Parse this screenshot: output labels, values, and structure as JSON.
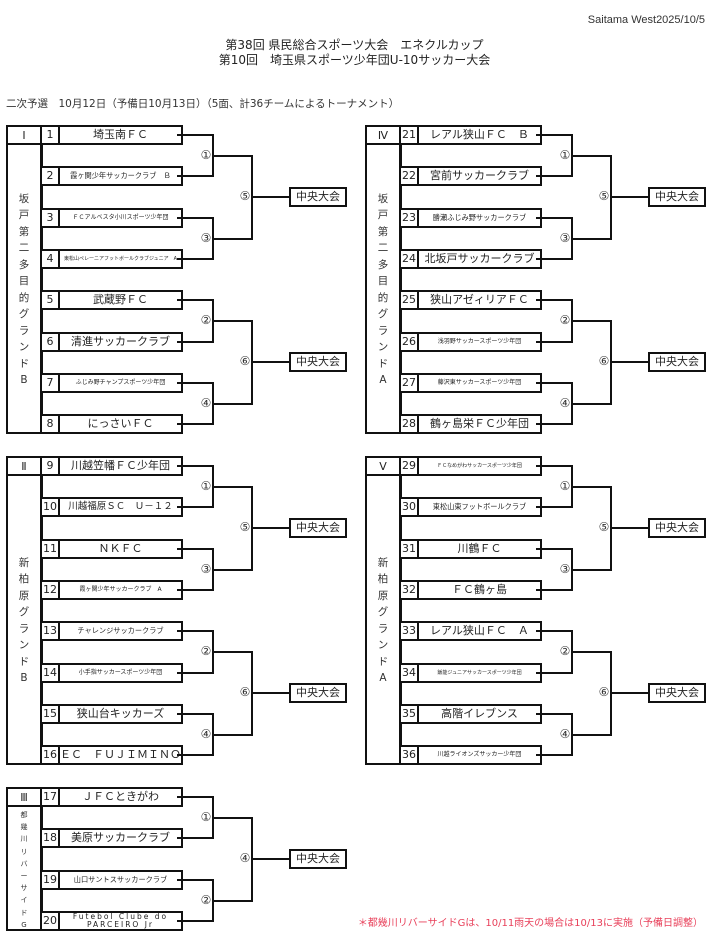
{
  "header": {
    "org": "Saitama  West2025/10/5",
    "title1": "第38回 県民総合スポーツ大会　エネクルカップ",
    "title2": "第10回　埼玉県スポーツ少年団U-10サッカー大会",
    "subtitle": "二次予選　10月12日（予備日10月13日）（5面、計36チームによるトーナメント）"
  },
  "final_label": "中央大会",
  "round_marks": {
    "r1": "①",
    "r2": "②",
    "r3": "③",
    "r4": "④",
    "r5": "⑤",
    "r6": "⑥"
  },
  "sections": [
    {
      "id": "I",
      "label": "Ⅰ",
      "ground": "坂戸第二多目的グランドB",
      "teams": [
        {
          "num": "1",
          "name": "埼玉南ＦＣ"
        },
        {
          "num": "2",
          "name": "霞ヶ関少年サッカークラブ　Ｂ"
        },
        {
          "num": "3",
          "name": "ＦＣアルベスタ小川スポーツ少年団"
        },
        {
          "num": "4",
          "name": "東松山ペレーニアフットボールクラブジュニア　A"
        },
        {
          "num": "5",
          "name": "武蔵野ＦＣ"
        },
        {
          "num": "6",
          "name": "清進サッカークラブ"
        },
        {
          "num": "7",
          "name": "ふじみ野チャンプスポーツ少年団"
        },
        {
          "num": "8",
          "name": "にっさいＦＣ"
        }
      ]
    },
    {
      "id": "II",
      "label": "Ⅱ",
      "ground": "新柏原グランドB",
      "teams": [
        {
          "num": "9",
          "name": "川越笠幡ＦＣ少年団"
        },
        {
          "num": "10",
          "name": "川越福原ＳＣ　Ｕ－１２"
        },
        {
          "num": "11",
          "name": "ＮＫＦＣ"
        },
        {
          "num": "12",
          "name": "霞ヶ関少年サッカークラブ　A"
        },
        {
          "num": "13",
          "name": "チャレンジサッカークラブ"
        },
        {
          "num": "14",
          "name": "小手指サッカースポーツ少年団"
        },
        {
          "num": "15",
          "name": "狭山台キッカーズ"
        },
        {
          "num": "16",
          "name": "ＥＣ　ＦＵＪＩＭＩＮＯ"
        }
      ]
    },
    {
      "id": "III",
      "label": "Ⅲ",
      "ground": "都幾川リバーサイドG",
      "teams": [
        {
          "num": "17",
          "name": "ＪＦＣときがわ"
        },
        {
          "num": "18",
          "name": "美原サッカークラブ"
        },
        {
          "num": "19",
          "name": "山口サントスサッカークラブ"
        },
        {
          "num": "20",
          "name": "Futebol Clube do PARCEIRO Jr"
        }
      ]
    },
    {
      "id": "IV",
      "label": "Ⅳ",
      "ground": "坂戸第二多目的グランドA",
      "teams": [
        {
          "num": "21",
          "name": "レアル狭山ＦＣ　Ｂ"
        },
        {
          "num": "22",
          "name": "宮前サッカークラブ"
        },
        {
          "num": "23",
          "name": "勝瀬ふじみ野サッカークラブ"
        },
        {
          "num": "24",
          "name": "北坂戸サッカークラブ"
        },
        {
          "num": "25",
          "name": "狭山アゼィリアＦＣ"
        },
        {
          "num": "26",
          "name": "浅羽野サッカースポーツ少年団"
        },
        {
          "num": "27",
          "name": "藤沢東サッカースポーツ少年団"
        },
        {
          "num": "28",
          "name": "鶴ヶ島栄ＦＣ少年団"
        }
      ]
    },
    {
      "id": "V",
      "label": "Ⅴ",
      "ground": "新柏原グランドA",
      "teams": [
        {
          "num": "29",
          "name": "ＦＣなめがわサッカースポーツ少年団"
        },
        {
          "num": "30",
          "name": "東松山東フットボールクラブ"
        },
        {
          "num": "31",
          "name": "川鶴ＦＣ"
        },
        {
          "num": "32",
          "name": "ＦＣ鶴ヶ島"
        },
        {
          "num": "33",
          "name": "レアル狭山ＦＣ　Ａ"
        },
        {
          "num": "34",
          "name": "飯能ジュニアサッカースポーツ少年団"
        },
        {
          "num": "35",
          "name": "高階イレブンス"
        },
        {
          "num": "36",
          "name": "川越ライオンズサッカー少年団"
        }
      ]
    }
  ],
  "note": "＊都幾川リバーサイドGは、10/11雨天の場合は10/13に実施（予備日調整）"
}
